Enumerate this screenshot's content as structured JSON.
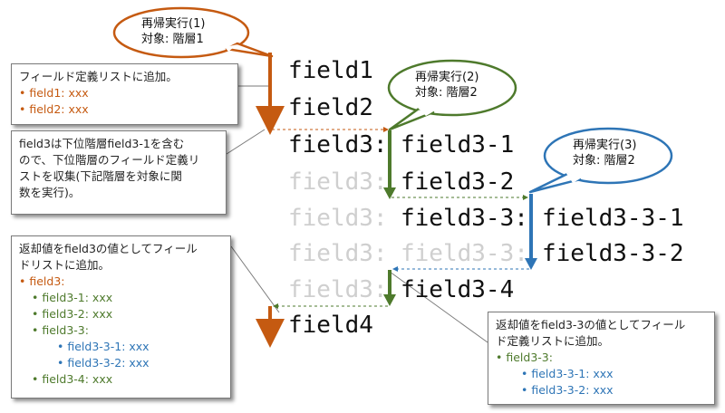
{
  "bubbles": {
    "r1": {
      "line1": "再帰実行(1)",
      "line2": "対象: 階層1",
      "color": "#c55a11"
    },
    "r2": {
      "line1": "再帰実行(2)",
      "line2": "対象: 階層2",
      "color": "#4e7a2c"
    },
    "r3": {
      "line1": "再帰実行(3)",
      "line2": "対象: 階層2",
      "color": "#2e75b6"
    }
  },
  "fields": {
    "field1": "field1",
    "field2": "field2",
    "field3": "field3:",
    "field3_1": "field3-1",
    "field3_2": "field3-2",
    "field3_3": "field3-3:",
    "field3_3_1": "field3-3-1",
    "field3_3_2": "field3-3-2",
    "field3_4": "field3-4",
    "field4": "field4"
  },
  "notes": {
    "add": {
      "title": "フィールド定義リストに追加。",
      "items": [
        "• field1: xxx",
        "• field2: xxx"
      ]
    },
    "recurse": {
      "lines": [
        "field3は下位階層field3-1を含む",
        "ので、下位階層のフィールド定義リ",
        "ストを収集(下記階層を対象に関",
        "数を実行)。"
      ]
    },
    "return3": {
      "lines": [
        "返却値をfield3の値としてフィール",
        "ドリストに追加。"
      ],
      "items": [
        {
          "text": "• field3:",
          "level": 1,
          "color": "orange"
        },
        {
          "text": "• field3-1: xxx",
          "level": 2,
          "color": "green"
        },
        {
          "text": "• field3-2: xxx",
          "level": 2,
          "color": "green"
        },
        {
          "text": "• field3-3:",
          "level": 2,
          "color": "green"
        },
        {
          "text": "• field3-3-1: xxx",
          "level": 3,
          "color": "blue"
        },
        {
          "text": "• field3-3-2: xxx",
          "level": 3,
          "color": "blue"
        },
        {
          "text": "• field3-4: xxx",
          "level": 2,
          "color": "green"
        }
      ]
    },
    "return33": {
      "lines": [
        "返却値をfield3-3の値としてフィール",
        "ド定義リストに追加。"
      ],
      "items": [
        {
          "text": "• field3-3:",
          "level": 1,
          "color": "green"
        },
        {
          "text": "• field3-3-1: xxx",
          "level": 3,
          "color": "blue"
        },
        {
          "text": "• field3-3-2: xxx",
          "level": 3,
          "color": "blue"
        }
      ]
    }
  },
  "colors": {
    "orange": "#c55a11",
    "green": "#4e7a2c",
    "blue": "#2e75b6"
  }
}
